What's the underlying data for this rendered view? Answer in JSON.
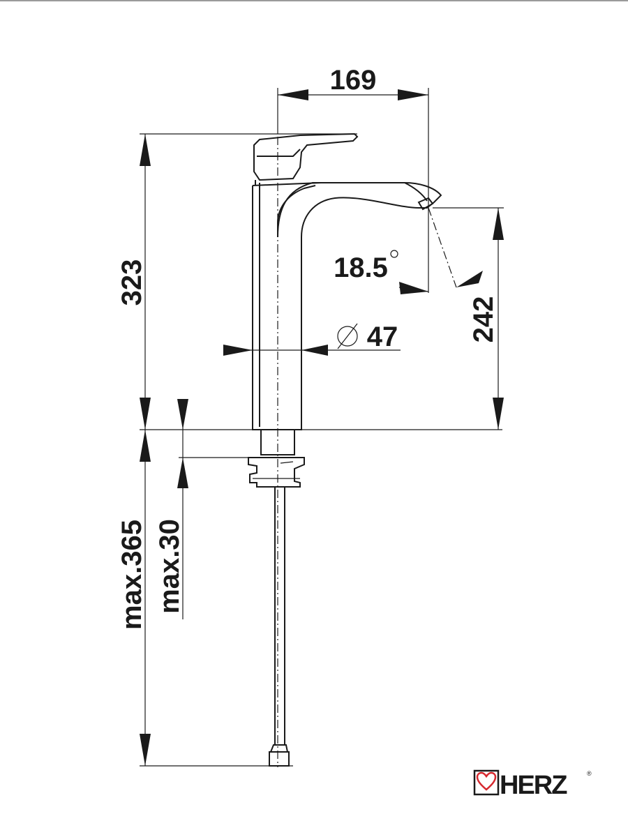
{
  "dimensions": {
    "spout_reach": "169",
    "total_height": "323",
    "spout_angle": "18.5",
    "spout_angle_unit": "°",
    "outlet_height": "242",
    "body_diameter_symbol": "⌀",
    "body_diameter": "47",
    "max_below_counter": "max.365",
    "max_counter_thickness": "max.30"
  },
  "brand": {
    "name": "HERZ",
    "registered_mark": "®",
    "logo_icon": "heart-in-square-icon",
    "logo_color": "#d6282e"
  },
  "colors": {
    "line": "#1a1a1a",
    "background": "#ffffff",
    "top_rule": "#9a9a9a"
  }
}
